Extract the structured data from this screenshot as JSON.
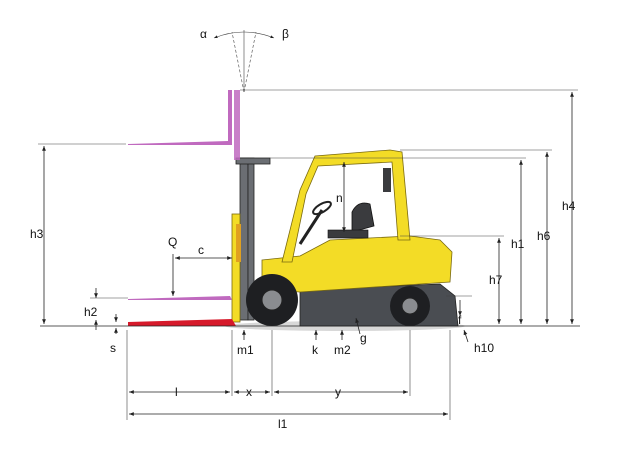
{
  "labels": {
    "alpha": "α",
    "beta": "β",
    "h4": "h4",
    "h3": "h3",
    "h6": "h6",
    "h1": "h1",
    "h7": "h7",
    "n": "n",
    "Q": "Q",
    "c": "c",
    "h2": "h2",
    "s": "s",
    "m1": "m1",
    "k": "k",
    "m2": "m2",
    "g": "g",
    "f": "f",
    "h10": "h10",
    "l": "l",
    "x": "x",
    "y": "y",
    "l1": "l1"
  },
  "colors": {
    "body_yellow": "#f3dc26",
    "chassis_dark": "#4a4d52",
    "mast_grey": "#6b6e73",
    "fork_lowered": "#d61a2b",
    "fork_raised": "#c06abf",
    "tire": "#1e1f22"
  }
}
